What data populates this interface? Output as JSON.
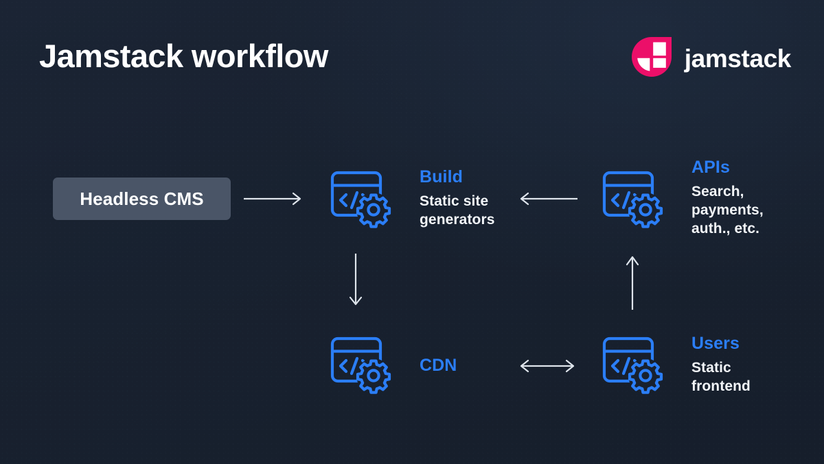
{
  "slide": {
    "title": "Jamstack workflow",
    "background_color": "#18212f",
    "accent_color": "#2b7ef7",
    "brand_color": "#ec0f69",
    "chip_color": "#4a5567",
    "text_color": "#ffffff"
  },
  "brand": {
    "wordmark": "jamstack",
    "logo_icon": "jamstack-logo-icon"
  },
  "diagram": {
    "type": "flow-diagram",
    "nodes": [
      {
        "id": "headless-cms",
        "label": "Headless CMS",
        "shape": "rounded-chip",
        "icon": null
      },
      {
        "id": "build",
        "title": "Build",
        "subtitle": "Static site generators",
        "icon": "code-window-gear-icon"
      },
      {
        "id": "apis",
        "title": "APIs",
        "subtitle": "Search, payments, auth., etc.",
        "icon": "code-window-gear-icon"
      },
      {
        "id": "cdn",
        "title": "CDN",
        "subtitle": "",
        "icon": "code-window-gear-icon"
      },
      {
        "id": "users",
        "title": "Users",
        "subtitle": "Static frontend",
        "icon": "code-window-gear-icon"
      }
    ],
    "edges": [
      {
        "id": "cms-to-build",
        "from": "headless-cms",
        "to": "build",
        "direction": "right"
      },
      {
        "id": "apis-to-build",
        "from": "apis",
        "to": "build",
        "direction": "left"
      },
      {
        "id": "build-to-cdn",
        "from": "build",
        "to": "cdn",
        "direction": "down"
      },
      {
        "id": "users-to-apis",
        "from": "users",
        "to": "apis",
        "direction": "up"
      },
      {
        "id": "cdn-users",
        "from": "cdn",
        "to": "users",
        "direction": "both"
      }
    ]
  },
  "labels": {
    "build_title": "Build",
    "build_sub": "Static site\ngenerators",
    "build_sub_line1": "Static site",
    "build_sub_line2": "generators",
    "apis_title": "APIs",
    "apis_sub_line1": "Search,",
    "apis_sub_line2": "payments,",
    "apis_sub_line3": "auth., etc.",
    "cdn_title": "CDN",
    "users_title": "Users",
    "users_sub_line1": "Static",
    "users_sub_line2": "frontend",
    "headless_cms": "Headless CMS"
  }
}
